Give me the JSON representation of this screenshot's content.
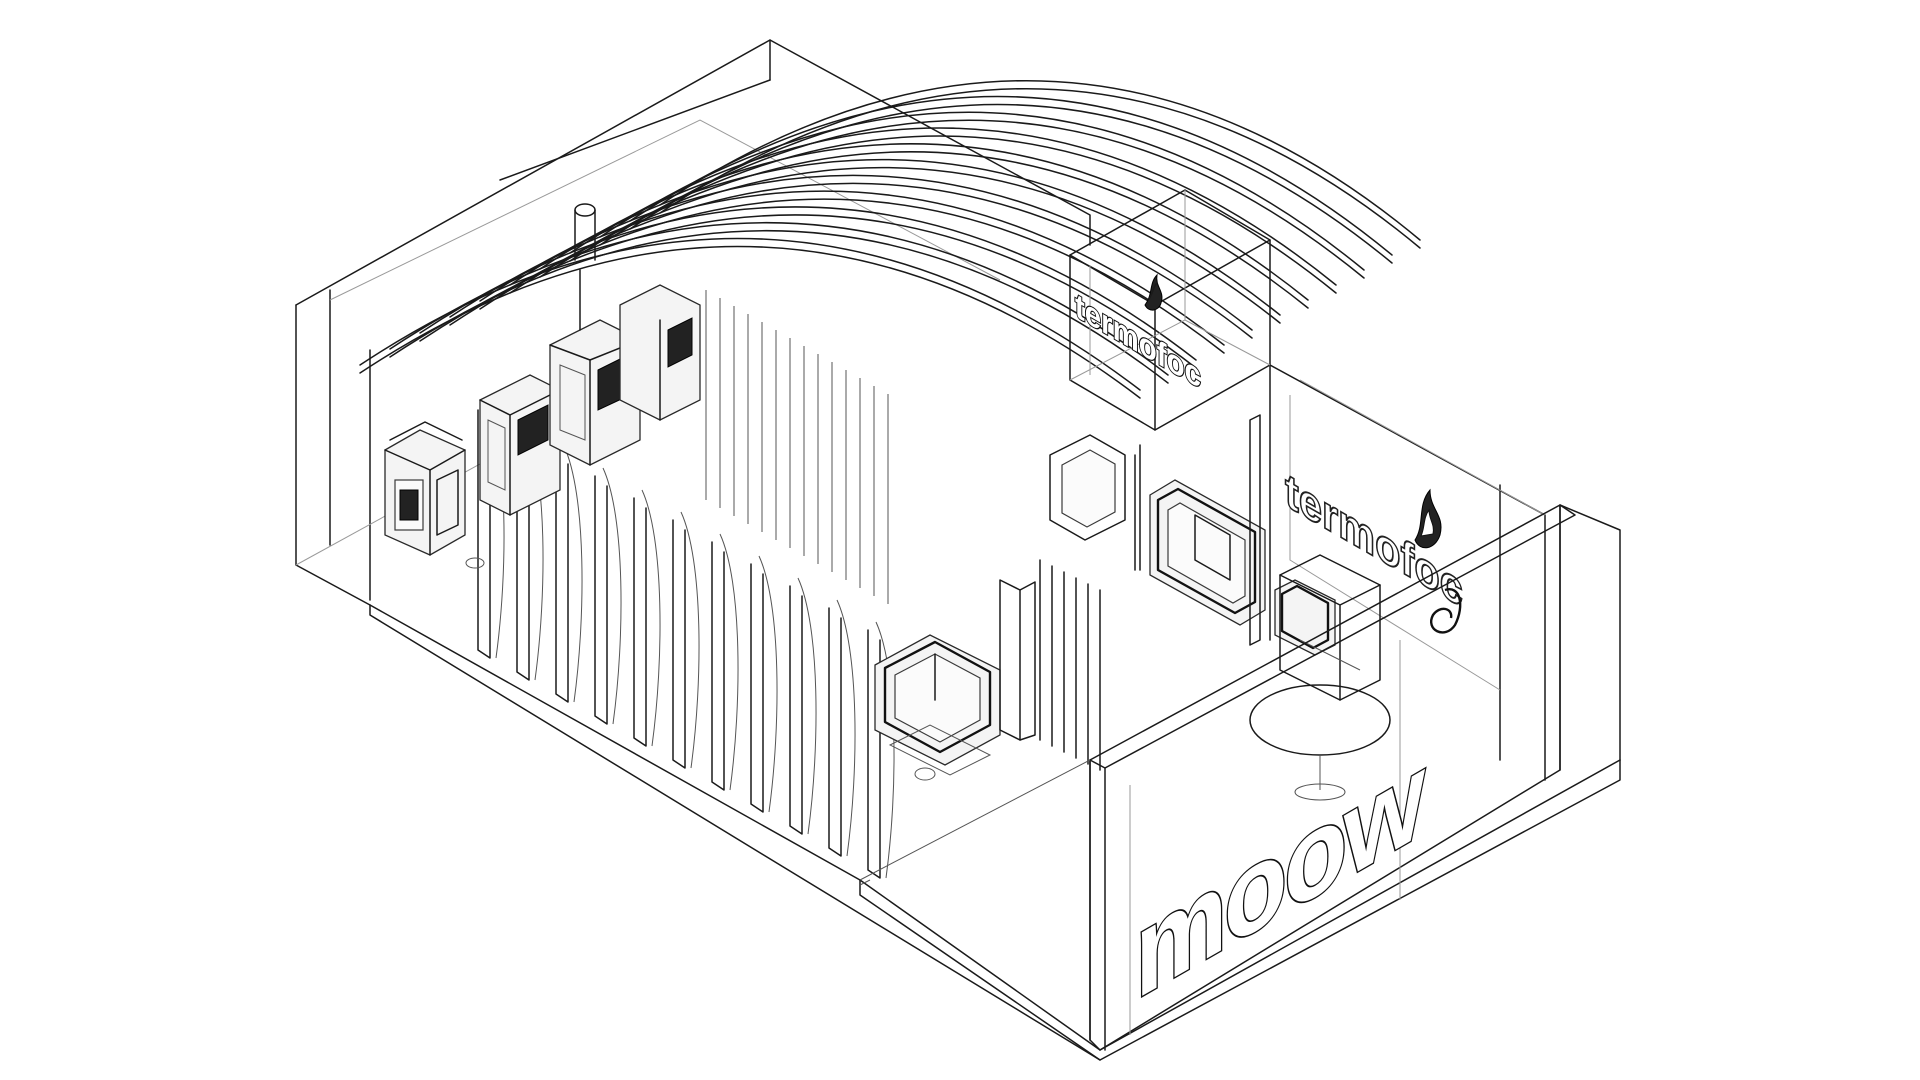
{
  "drawing": {
    "signage": {
      "cube_logo": "termofoc",
      "wall_logo": "termofoc",
      "letters_3d": "moow"
    },
    "line_color": "#1a1a1a",
    "background_color": "#ffffff"
  }
}
